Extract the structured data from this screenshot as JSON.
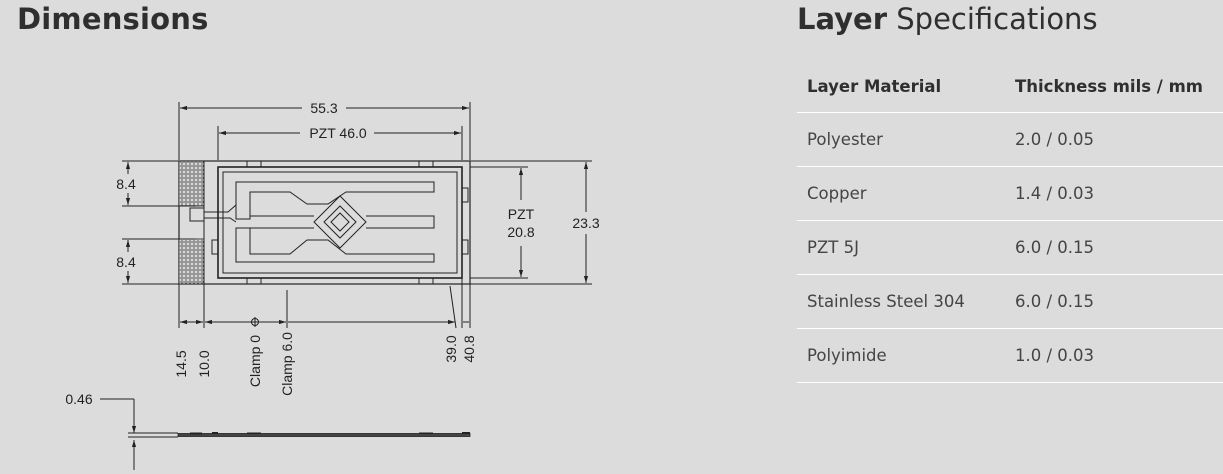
{
  "dimensions": {
    "title": "Dimensions",
    "labels": {
      "overall_width": "55.3",
      "pzt_width": "PZT 46.0",
      "pzt_height_1": "PZT",
      "pzt_height_2": "20.8",
      "overall_height": "23.3",
      "tab_top": "8.4",
      "tab_bottom": "8.4",
      "thickness": "0.46",
      "x_14_5": "14.5",
      "x_10_0": "10.0",
      "clamp_0": "Clamp 0",
      "clamp_6": "Clamp 6.0",
      "x_39_0": "39.0",
      "x_40_8": "40.8"
    }
  },
  "layers": {
    "title_bold": "Layer",
    "title_rest": " Specifications",
    "headers": [
      "Layer Material",
      "Thickness mils / mm"
    ],
    "rows": [
      [
        "Polyester",
        "2.0 / 0.05"
      ],
      [
        "Copper",
        "1.4 / 0.03"
      ],
      [
        "PZT 5J",
        "6.0 / 0.15"
      ],
      [
        "Stainless Steel 304",
        "6.0 / 0.15"
      ],
      [
        "Polyimide",
        "1.0 / 0.03"
      ]
    ]
  }
}
